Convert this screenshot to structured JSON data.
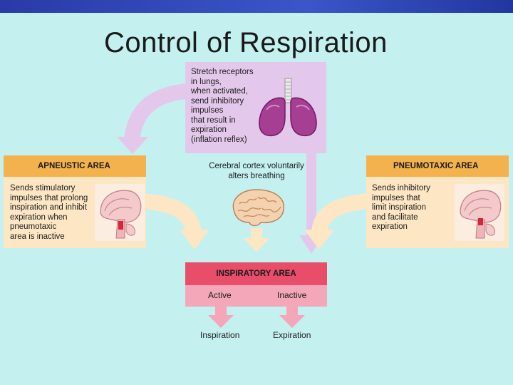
{
  "header": {
    "title": "Control of Respiration"
  },
  "stretch_receptors": {
    "text": "Stretch receptors\nin lungs,\nwhen activated,\nsend inhibitory\nimpulses\nthat result in\nexpiration\n(inflation reflex)",
    "image_icon": "lungs-illustration"
  },
  "apneustic_area": {
    "heading": "APNEUSTIC AREA",
    "text": "Sends stimulatory\nimpulses that prolong\ninspiration and inhibit\nexpiration when\npneumotaxic\narea is inactive",
    "image_icon": "brainstem-section"
  },
  "pneumotaxic_area": {
    "heading": "PNEUMOTAXIC AREA",
    "text": "Sends inhibitory\nimpulses that\nlimit inspiration\nand facilitate\nexpiration",
    "image_icon": "brainstem-section"
  },
  "cerebral_cortex": {
    "text": "Cerebral cortex voluntarily\nalters breathing",
    "image_icon": "brain-illustration"
  },
  "inspiratory_area": {
    "heading": "INSPIRATORY AREA",
    "active_label": "Active",
    "inactive_label": "Inactive",
    "active_result": "Inspiration",
    "inactive_result": "Expiration"
  },
  "colors": {
    "background": "#c4f0f0",
    "stretch_box": "#e4c8ec",
    "side_box": "#fde6c4",
    "side_header": "#f4b24e",
    "inspiratory_header": "#e84d6a",
    "inspiratory_body": "#f4a7b8"
  }
}
